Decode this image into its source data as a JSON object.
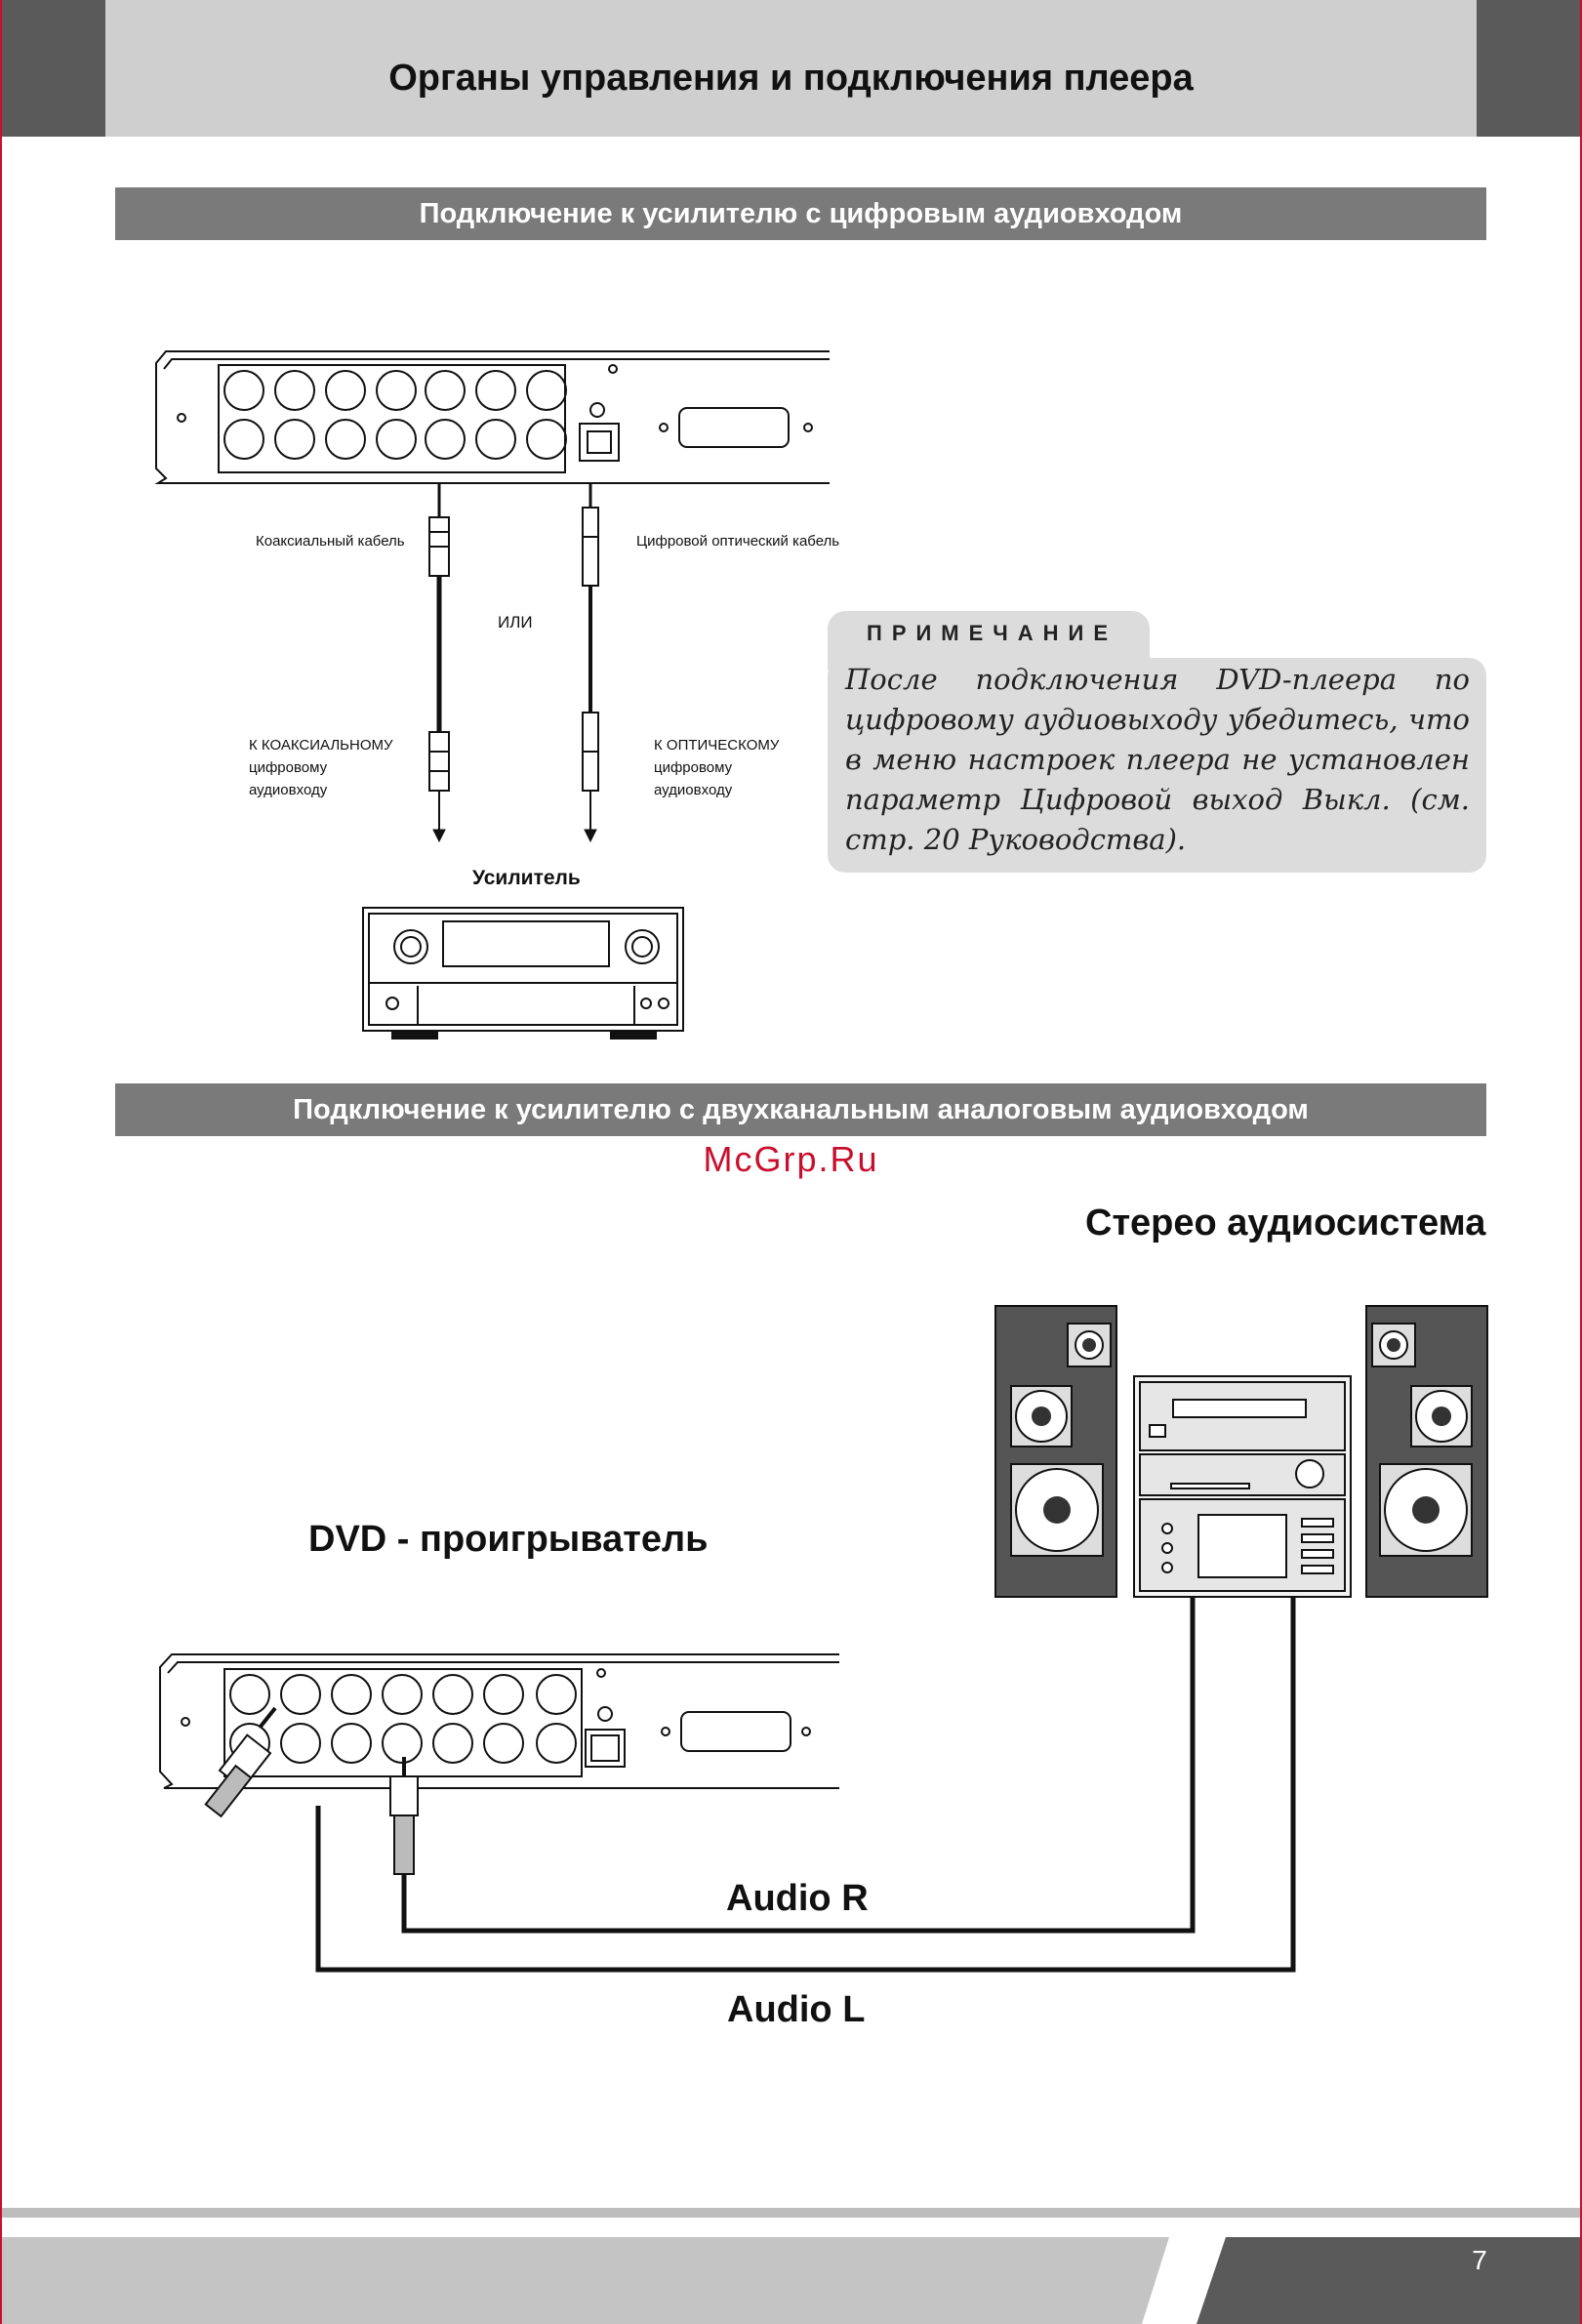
{
  "header": {
    "title": "Органы управления и подключения плеера"
  },
  "section1": {
    "title": "Подключение к усилителю с цифровым аудиовходом",
    "coax_cable": "Коаксиальный кабель",
    "optical_cable": "Цифровой оптический кабель",
    "or": "ИЛИ",
    "coax_input_l1": "К КОАКСИАЛЬНОМУ",
    "coax_input_l2": "цифровому",
    "coax_input_l3": "аудиовходу",
    "optical_input_l1": "К ОПТИЧЕСКОМУ",
    "optical_input_l2": "цифровому",
    "optical_input_l3": "аудиовходу",
    "amplifier": "Усилитель"
  },
  "note": {
    "title": "ПРИМЕЧАНИЕ",
    "text": "После подключения DVD-плеера по цифровому аудиовыходу убедитесь, что в меню настроек плеера не установлен параметр Цифровой выход Выкл. (см. стр. 20 Руководства)."
  },
  "section2": {
    "title": "Подключение к усилителю с двухканальным аналоговым аудиовходом",
    "stereo_system": "Стерео аудиосистема",
    "dvd_player": "DVD - проигрыватель",
    "audio_r": "Audio R",
    "audio_l": "Audio L"
  },
  "watermark": "McGrp.Ru",
  "footer": {
    "page_number": "7"
  }
}
